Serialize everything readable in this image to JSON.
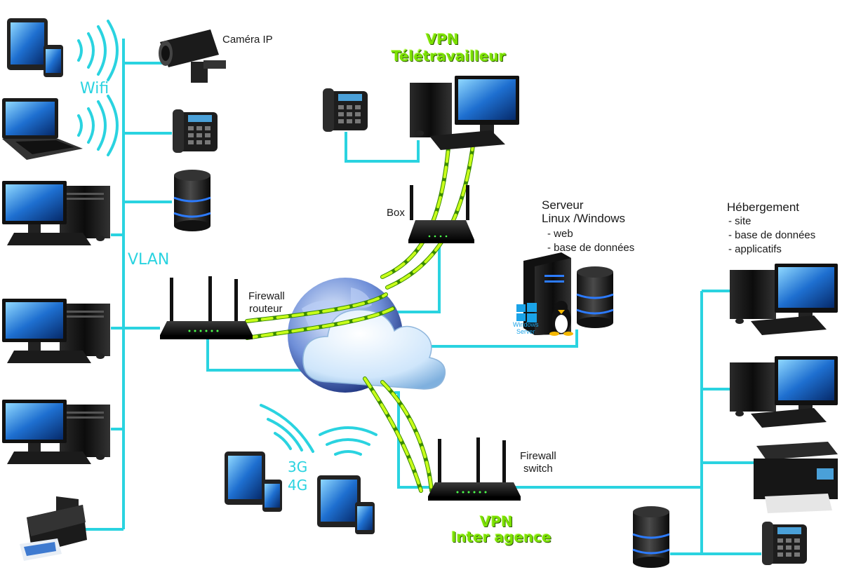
{
  "labels": {
    "camera": "Caméra IP",
    "wifi": "Wifi",
    "vlan": "VLAN",
    "firewall_router_1": "Firewall",
    "firewall_router_2": "routeur",
    "box": "Box",
    "firewall_switch_1": "Firewall",
    "firewall_switch_2": "switch",
    "mobile_3g": "3G",
    "mobile_4g": "4G",
    "windows_server_1": "Windows",
    "windows_server_2": "Server"
  },
  "vpn_remote": {
    "line1": "VPN",
    "line2": "Télétravailleur"
  },
  "vpn_branch": {
    "line1": "VPN",
    "line2": "Inter agence"
  },
  "server": {
    "title1": "Serveur",
    "title2": "Linux /Windows",
    "items": [
      "- web",
      "- base de données"
    ]
  },
  "hosting": {
    "title": "Hébergement",
    "items": [
      "- site",
      "- base de données",
      "- applicatifs"
    ]
  },
  "colors": {
    "link": "#2ad3e0",
    "vpn_dash": "#b8f000",
    "vpn_base": "#3a8a00"
  }
}
